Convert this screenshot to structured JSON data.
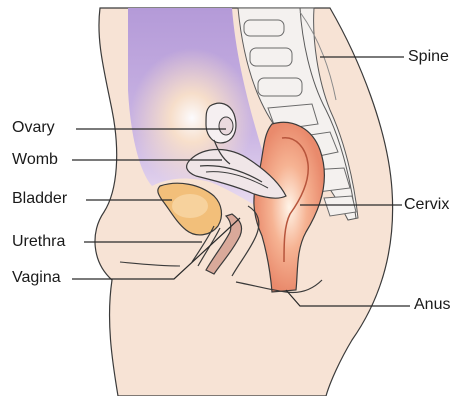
{
  "labels": {
    "left": {
      "ovary": "Ovary",
      "womb": "Womb",
      "bladder": "Bladder",
      "urethra": "Urethra",
      "vagina": "Vagina"
    },
    "right": {
      "spine": "Spine",
      "cervix": "Cervix",
      "anus": "Anus"
    }
  },
  "colors": {
    "skin": "#f7e3d5",
    "abdomen_purple": "#bfa7de",
    "glow": "#ffe1b8",
    "spine_bone": "#f4f1ef",
    "bladder": "#f2bf7a",
    "rectum": "#e98a6c",
    "womb": "#efe6e6",
    "vagina": "#d9a99a",
    "outline": "#2a2a2a"
  }
}
